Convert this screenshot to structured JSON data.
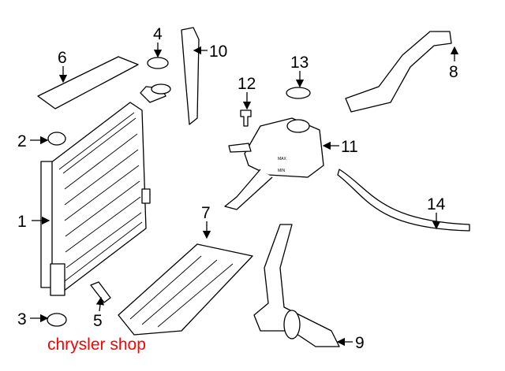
{
  "diagram": {
    "callouts": [
      "1",
      "2",
      "3",
      "4",
      "5",
      "6",
      "7",
      "8",
      "9",
      "10",
      "11",
      "12",
      "13",
      "14"
    ],
    "tank_labels": {
      "max": "MAX",
      "min": "MIN"
    }
  },
  "watermark": "chrysler shop",
  "colors": {
    "watermark": "#ff0000",
    "line": "#000000"
  }
}
